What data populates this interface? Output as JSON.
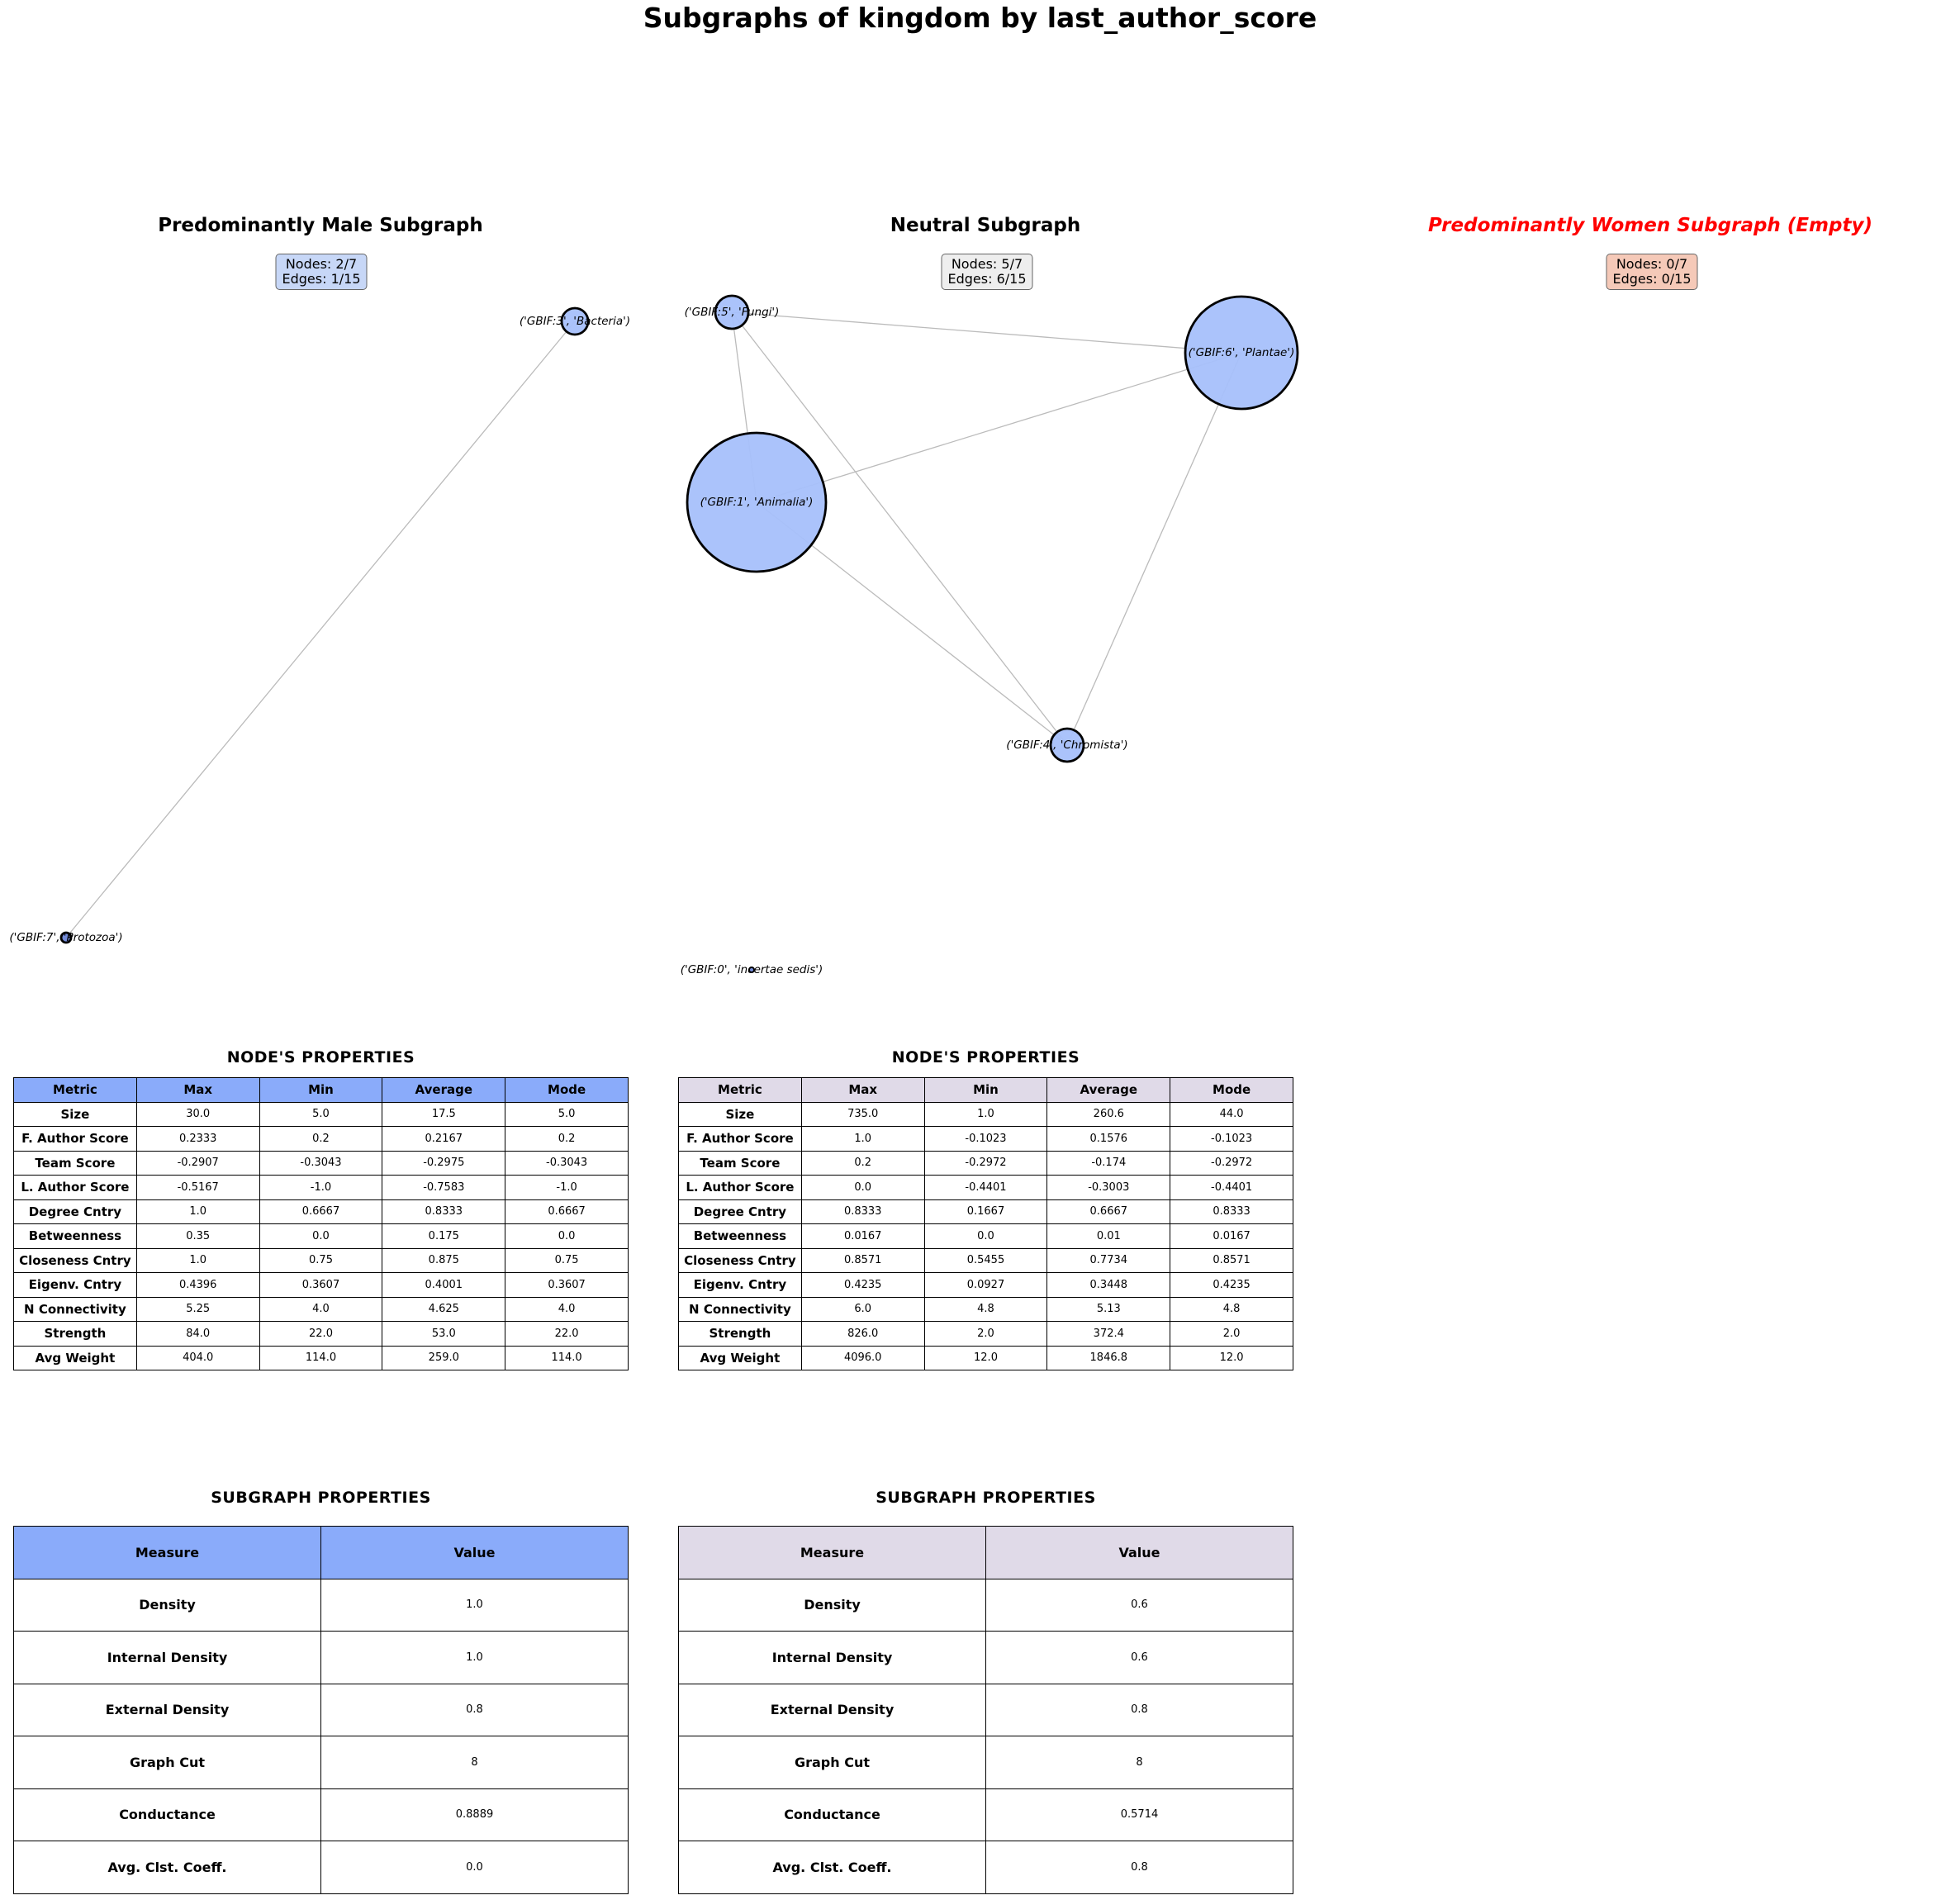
{
  "title": "Subgraphs of kingdom by last_author_score",
  "colors": {
    "male_header": "#8aabfa",
    "neutral_header": "#e0dae8",
    "male_box": "#c7d7f7",
    "neutral_box": "#eeeeee",
    "women_box": "#f5c9b8",
    "node_fill": "#a7c0fb",
    "node_stroke": "#000000",
    "edge": "#bbbbbb",
    "empty_title": "#ff0000"
  },
  "panels": {
    "male": {
      "title": "Predominantly Male Subgraph",
      "stats_nodes": "Nodes: 2/7",
      "stats_edges": "Edges: 1/15",
      "nodes": [
        {
          "id": "bacteria",
          "label": "('GBIF:3', 'Bacteria')"
        },
        {
          "id": "protozoa",
          "label": "('GBIF:7', 'Protozoa')"
        }
      ],
      "edges": [
        [
          "bacteria",
          "protozoa"
        ]
      ]
    },
    "neutral": {
      "title": "Neutral Subgraph",
      "stats_nodes": "Nodes: 5/7",
      "stats_edges": "Edges: 6/15",
      "nodes": [
        {
          "id": "fungi",
          "label": "('GBIF:5', 'Fungi')"
        },
        {
          "id": "plantae",
          "label": "('GBIF:6', 'Plantae')"
        },
        {
          "id": "animalia",
          "label": "('GBIF:1', 'Animalia')"
        },
        {
          "id": "chromista",
          "label": "('GBIF:4', 'Chromista')"
        },
        {
          "id": "incertae",
          "label": "('GBIF:0', 'incertae sedis')"
        }
      ],
      "edges": [
        [
          "fungi",
          "plantae"
        ],
        [
          "fungi",
          "animalia"
        ],
        [
          "fungi",
          "chromista"
        ],
        [
          "animalia",
          "plantae"
        ],
        [
          "animalia",
          "chromista"
        ],
        [
          "plantae",
          "chromista"
        ]
      ]
    },
    "women": {
      "title": "Predominantly Women Subgraph (Empty)",
      "stats_nodes": "Nodes: 0/7",
      "stats_edges": "Edges: 0/15"
    }
  },
  "node_props_title": "NODE'S  PROPERTIES",
  "subgraph_props_title": "SUBGRAPH  PROPERTIES",
  "node_table_headers": [
    "Metric",
    "Max",
    "Min",
    "Average",
    "Mode"
  ],
  "subgraph_table_headers": [
    "Measure",
    "Value"
  ],
  "male_node_table": [
    [
      "Size",
      "30.0",
      "5.0",
      "17.5",
      "5.0"
    ],
    [
      "F. Author Score",
      "0.2333",
      "0.2",
      "0.2167",
      "0.2"
    ],
    [
      "Team Score",
      "-0.2907",
      "-0.3043",
      "-0.2975",
      "-0.3043"
    ],
    [
      "L. Author Score",
      "-0.5167",
      "-1.0",
      "-0.7583",
      "-1.0"
    ],
    [
      "Degree Cntry",
      "1.0",
      "0.6667",
      "0.8333",
      "0.6667"
    ],
    [
      "Betweenness",
      "0.35",
      "0.0",
      "0.175",
      "0.0"
    ],
    [
      "Closeness Cntry",
      "1.0",
      "0.75",
      "0.875",
      "0.75"
    ],
    [
      "Eigenv. Cntry",
      "0.4396",
      "0.3607",
      "0.4001",
      "0.3607"
    ],
    [
      "N Connectivity",
      "5.25",
      "4.0",
      "4.625",
      "4.0"
    ],
    [
      "Strength",
      "84.0",
      "22.0",
      "53.0",
      "22.0"
    ],
    [
      "Avg Weight",
      "404.0",
      "114.0",
      "259.0",
      "114.0"
    ]
  ],
  "neutral_node_table": [
    [
      "Size",
      "735.0",
      "1.0",
      "260.6",
      "44.0"
    ],
    [
      "F. Author Score",
      "1.0",
      "-0.1023",
      "0.1576",
      "-0.1023"
    ],
    [
      "Team Score",
      "0.2",
      "-0.2972",
      "-0.174",
      "-0.2972"
    ],
    [
      "L. Author Score",
      "0.0",
      "-0.4401",
      "-0.3003",
      "-0.4401"
    ],
    [
      "Degree Cntry",
      "0.8333",
      "0.1667",
      "0.6667",
      "0.8333"
    ],
    [
      "Betweenness",
      "0.0167",
      "0.0",
      "0.01",
      "0.0167"
    ],
    [
      "Closeness Cntry",
      "0.8571",
      "0.5455",
      "0.7734",
      "0.8571"
    ],
    [
      "Eigenv. Cntry",
      "0.4235",
      "0.0927",
      "0.3448",
      "0.4235"
    ],
    [
      "N Connectivity",
      "6.0",
      "4.8",
      "5.13",
      "4.8"
    ],
    [
      "Strength",
      "826.0",
      "2.0",
      "372.4",
      "2.0"
    ],
    [
      "Avg Weight",
      "4096.0",
      "12.0",
      "1846.8",
      "12.0"
    ]
  ],
  "male_subgraph_table": [
    [
      "Density",
      "1.0"
    ],
    [
      "Internal Density",
      "1.0"
    ],
    [
      "External Density",
      "0.8"
    ],
    [
      "Graph Cut",
      "8"
    ],
    [
      "Conductance",
      "0.8889"
    ],
    [
      "Avg. Clst. Coeff.",
      "0.0"
    ]
  ],
  "neutral_subgraph_table": [
    [
      "Density",
      "0.6"
    ],
    [
      "Internal Density",
      "0.6"
    ],
    [
      "External Density",
      "0.8"
    ],
    [
      "Graph Cut",
      "8"
    ],
    [
      "Conductance",
      "0.5714"
    ],
    [
      "Avg. Clst. Coeff.",
      "0.8"
    ]
  ]
}
